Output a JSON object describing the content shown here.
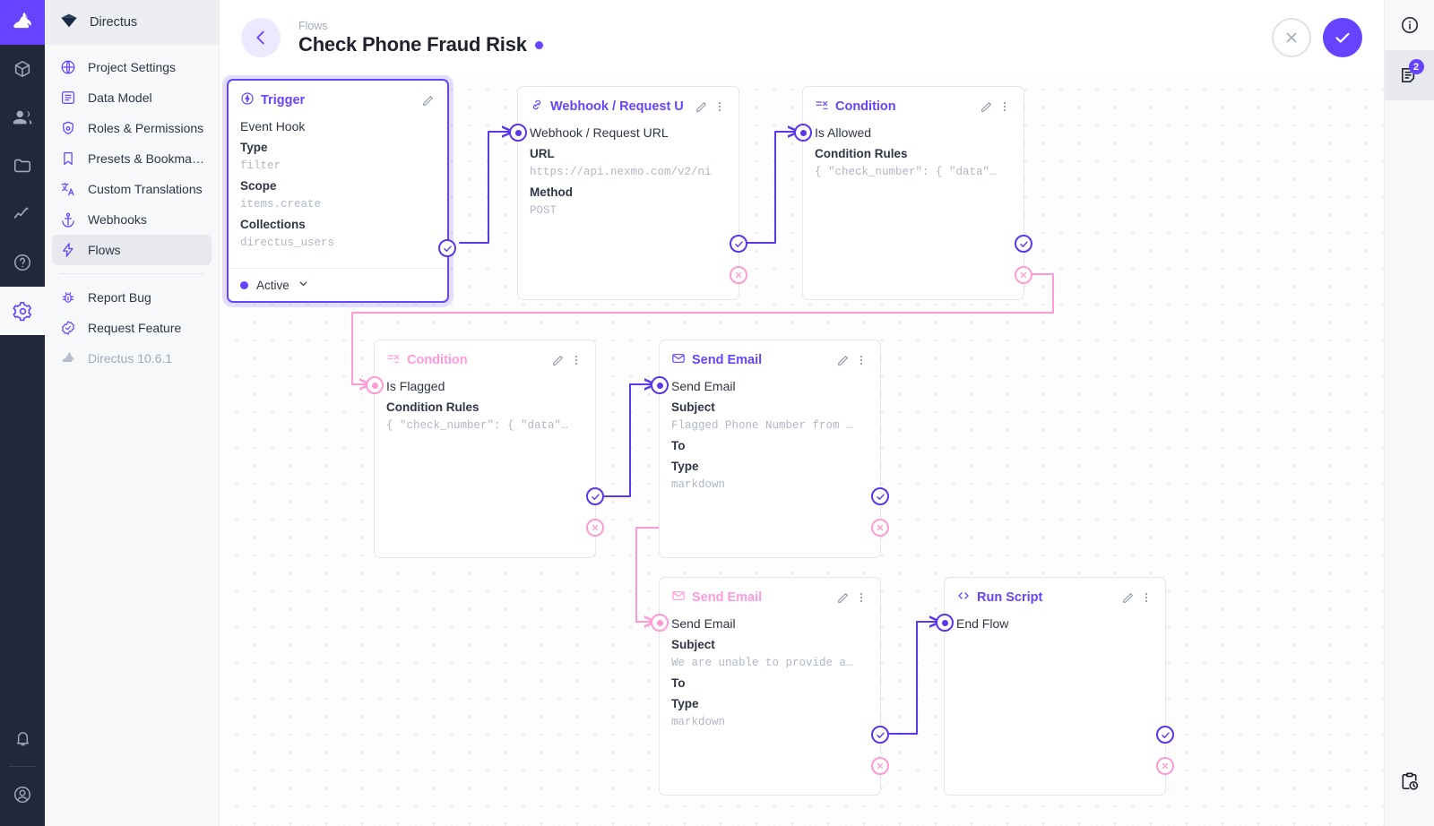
{
  "app": {
    "name": "Directus",
    "version_label": "Directus 10.6.1"
  },
  "module_rail": [
    {
      "name": "logo",
      "icon": "rabbit-logo-icon"
    },
    {
      "name": "content",
      "icon": "box-icon"
    },
    {
      "name": "users",
      "icon": "users-icon"
    },
    {
      "name": "files",
      "icon": "folder-icon"
    },
    {
      "name": "insights",
      "icon": "insights-icon"
    },
    {
      "name": "help",
      "icon": "help-circle-icon"
    },
    {
      "name": "settings",
      "icon": "gear-icon",
      "active": true
    }
  ],
  "module_rail_bottom": [
    {
      "name": "notifications",
      "icon": "bell-icon"
    },
    {
      "name": "account",
      "icon": "account-circle-icon"
    }
  ],
  "sidebar": {
    "header": "Directus",
    "items": [
      {
        "label": "Project Settings",
        "icon": "globe-icon",
        "active": false
      },
      {
        "label": "Data Model",
        "icon": "list-box-icon",
        "active": false
      },
      {
        "label": "Roles & Permissions",
        "icon": "shield-account-icon",
        "active": false
      },
      {
        "label": "Presets & Bookmar…",
        "icon": "bookmark-icon",
        "active": false
      },
      {
        "label": "Custom Translations",
        "icon": "translate-icon",
        "active": false
      },
      {
        "label": "Webhooks",
        "icon": "anchor-icon",
        "active": false
      },
      {
        "label": "Flows",
        "icon": "bolt-icon",
        "active": true
      }
    ],
    "footer_items": [
      {
        "label": "Report Bug",
        "icon": "bug-icon"
      },
      {
        "label": "Request Feature",
        "icon": "check-decagram-icon"
      }
    ],
    "version": {
      "label": "Directus 10.6.1",
      "icon": "rabbit-icon"
    }
  },
  "header": {
    "breadcrumb": "Flows",
    "title": "Check Phone Fraud Risk",
    "back_icon": "arrow-left-icon",
    "status_dot_color": "#6644ff",
    "cancel_label": "✕",
    "save_label": "✓"
  },
  "right_rail": {
    "info_icon": "info-circle-icon",
    "revisions_icon": "revisions-icon",
    "revisions_badge": "2",
    "activity_icon": "clipboard-clock-icon"
  },
  "colors": {
    "accent": "#6644ff",
    "resolve": "#5a37e8",
    "reject": "#ff9ad5",
    "pink_header": "#ff99dd"
  },
  "nodes": [
    {
      "id": "trigger",
      "type_label": "Trigger",
      "type_icon": "trigger-bolt-icon",
      "accent": "purple",
      "selected": true,
      "has_more": false,
      "name": "Event Hook",
      "fields": [
        {
          "key": "Type",
          "value": "filter"
        },
        {
          "key": "Scope",
          "value": "items.create"
        },
        {
          "key": "Collections",
          "value": "directus_users"
        }
      ],
      "footer": {
        "label": "Active",
        "chevron": "chevron-down-icon"
      }
    },
    {
      "id": "webhook",
      "type_label": "Webhook / Request U",
      "type_icon": "link-icon",
      "accent": "purple",
      "selected": false,
      "has_more": true,
      "name": "Webhook / Request URL",
      "fields": [
        {
          "key": "URL",
          "value": "https://api.nexmo.com/v2/ni"
        },
        {
          "key": "Method",
          "value": "POST"
        }
      ]
    },
    {
      "id": "cond-allowed",
      "type_label": "Condition",
      "type_icon": "condition-icon",
      "accent": "purple",
      "selected": false,
      "has_more": true,
      "name": "Is Allowed",
      "fields": [
        {
          "key": "Condition Rules",
          "value": "{ \"check_number\": { \"data\"…"
        }
      ]
    },
    {
      "id": "cond-flagged",
      "type_label": "Condition",
      "type_icon": "condition-icon",
      "accent": "pink",
      "selected": false,
      "has_more": true,
      "name": "Is Flagged",
      "fields": [
        {
          "key": "Condition Rules",
          "value": "{ \"check_number\": { \"data\"…"
        }
      ]
    },
    {
      "id": "email-flagged",
      "type_label": "Send Email",
      "type_icon": "mail-icon",
      "accent": "purple",
      "selected": false,
      "has_more": true,
      "name": "Send Email",
      "fields": [
        {
          "key": "Subject",
          "value": "Flagged Phone Number from …"
        },
        {
          "key": "To",
          "value": ""
        },
        {
          "key": "Type",
          "value": "markdown"
        }
      ]
    },
    {
      "id": "email-unable",
      "type_label": "Send Email",
      "type_icon": "mail-icon",
      "accent": "pink",
      "selected": false,
      "has_more": true,
      "name": "Send Email",
      "fields": [
        {
          "key": "Subject",
          "value": "We are unable to provide a…"
        },
        {
          "key": "To",
          "value": ""
        },
        {
          "key": "Type",
          "value": "markdown"
        }
      ]
    },
    {
      "id": "run-script",
      "type_label": "Run Script",
      "type_icon": "code-icon",
      "accent": "purple",
      "selected": false,
      "has_more": true,
      "name": "End Flow",
      "fields": []
    }
  ]
}
